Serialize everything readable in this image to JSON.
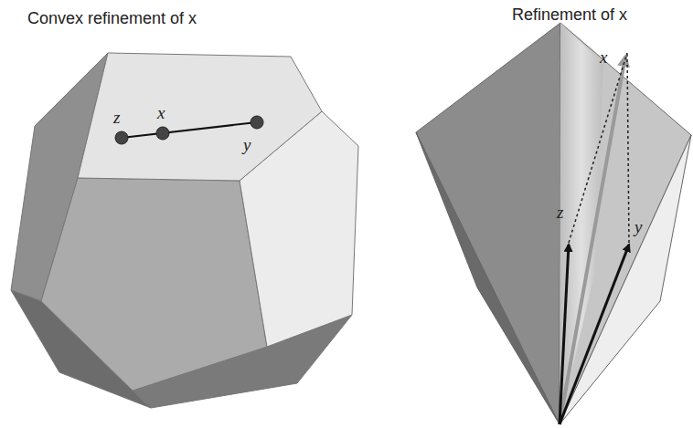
{
  "diagram": {
    "labels": [
      "Convex refinement of x",
      "z",
      "x",
      "y",
      "Refinement of x",
      "x",
      "z",
      "y"
    ]
  }
}
